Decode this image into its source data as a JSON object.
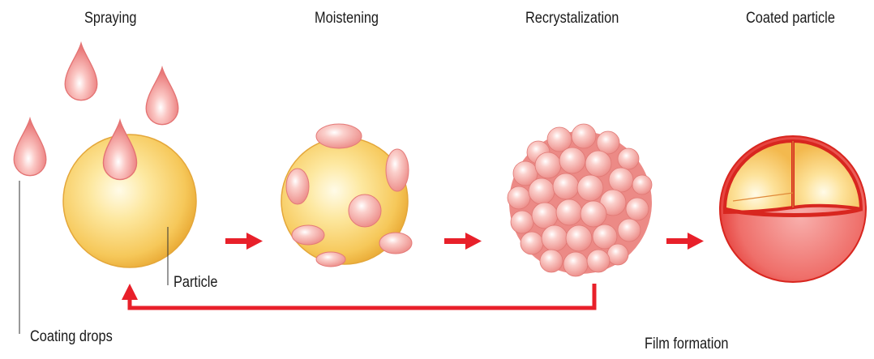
{
  "stages": [
    {
      "title": "Spraying"
    },
    {
      "title": "Moistening"
    },
    {
      "title": "Recrystalization"
    },
    {
      "title": "Coated particle"
    }
  ],
  "labels": {
    "particle": "Particle",
    "coating_drops": "Coating drops",
    "film_formation": "Film formation"
  },
  "colors": {
    "arrow": "#e8202a",
    "particle_core": "#f6d36a",
    "droplet": "#f08a8a",
    "shell": "#e5322f"
  }
}
